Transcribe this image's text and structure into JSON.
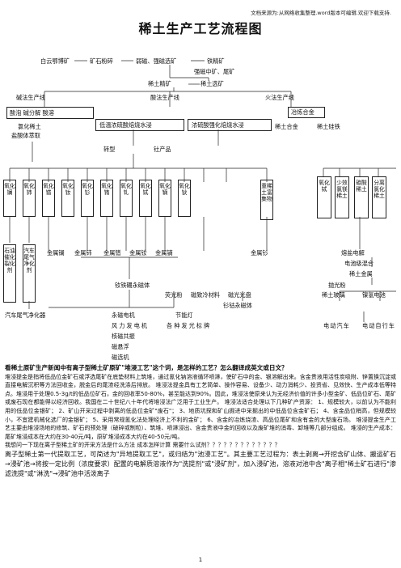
{
  "header_note": "文档来源为:从网络收集整理.word版本可编辑.欢迎下载支持.",
  "title": "稀土生产工艺流程图",
  "flow": {
    "row1": [
      "白云鄂博矿",
      "矿石粉碎",
      "弱磁、强磁选矿",
      "铁精矿"
    ],
    "row2": [
      "强磁中矿、尾矿"
    ],
    "row3": [
      "稀土精矿",
      "稀土选矿"
    ],
    "lines": [
      "碱法生产线",
      "酸法生产线",
      "火法生产线"
    ],
    "left_box": "酸泡 碱分解 酸溶",
    "left_sub": [
      "氯化稀土",
      "盐酸体萃取"
    ],
    "mid_box1": "低温浓硫酸焙烧水浸",
    "mid_box2": "浓硫酸强化焙烧水浸",
    "right_box": "冶炼合金",
    "right_sub": [
      "稀土合金",
      "稀土硅铁"
    ],
    "convert": [
      "转型",
      "钍产品"
    ],
    "vboxes1": [
      "氧化镧",
      "氧化铈",
      "氧化镨",
      "氧化钕",
      "氧化钐",
      "氧化铕",
      "氧化钆",
      "氧化铽",
      "氧化镝",
      "氧化钬"
    ],
    "vbox_heavy": "重稀土富集物",
    "vboxes2": [
      "氧化铽",
      "少效氯镁稀土",
      "碳酸稀土",
      "分离氯化稀土"
    ],
    "row_metals": [
      "金属镧",
      "金属铈",
      "金属镨",
      "金属钕",
      "金属镝",
      "金属钐"
    ],
    "vboxes3": [
      "石油催化裂化剂",
      "汽车尾气净化剂"
    ],
    "right_items": [
      "熔盐电解",
      "电池级混合",
      "稀土金属",
      "抛光粉",
      "稀土玻璃",
      "镍氢电池"
    ],
    "magnets": [
      "钕铁硼永磁体",
      "荧光粉",
      "磁致冷材料",
      "磁光光盘",
      "钐钴永磁体"
    ],
    "applications": [
      "汽车尾气净化器",
      "永磁电机",
      "风力发电机",
      "核磁共振",
      "磁悬浮",
      "磁选机",
      "节能灯",
      "各种发光标牌",
      "电动汽车",
      "电动自行车"
    ]
  },
  "article": {
    "heading": "看稀土原矿生产新闻中有离子型稀土矿原矿\"堆浸工艺\"这个词，是怎样的工艺？怎么翻译成英文或日文？",
    "paragraphs": [
      "堆浸提金是指将低品位金矿石或浮选尾矿在底垫材料上筑堆，通过氰化钠溶液循环喷淋，使矿石中的金、银溶解出来。含金贵液用活性炭吸附、锌置换沉淀或直接电解沉积等方法回收金，脱金后的尾渣经洗涤后排放。 堆浸法提金具有工艺简单、操作容易、设备少、动力消耗少、投资省、见效快、生产成本低等特点。堆浸用于处理0.5-3g/t的低品位矿石，金的回收率50-80%，甚至能达到90%。因此，堆浸法使原来认为无经济价值的许多小型金矿、低品位矿石、尾矿或废石现在都能得以经济回收。我国在二十世纪八十年代将堆浸法广泛用于工业生产。 堆浸法适合处理以下几种矿产资源： 1、规模较大，以前认为不能利用的低品位金银矿； 2、矿山开采过程中剥离的低品位金矿\"废石\"； 3、地质坑探和矿山掘进中采掘出的中低品位含金矿石； 4、含金品位稍高，但规模较小，不宜建机械化选厂的金银矿； 5、采用常规氰化法处理经济上不利的金矿； 6、含金的冶炼烧渣、高品位尾矿和含有金的大型废石场。 堆浸提金生产工艺主要由堆浸场地的修筑、矿石的预处理（破碎或制粒）、筑堆、喷淋浸出、含金贵液中金的回收以及废矿堆的消毒、卸堆等几部分组成。 堆浸的生产成本：尾矿堆浸成本在大约在30-40元/吨，原矿堆浸成本大约在40-50元/吨。",
      "我想问一下现在离子型稀土矿的开采方法是什么方法 成本怎样计算 需要什么试剂？？？？？？？？？？？？？",
      "离子型稀土第一代提取工艺，可简述为\"异地提取工艺\"，或归结为\"池浸工艺\"。其主要工艺过程为：表土剥离→开挖含矿山体、搬运矿石→浸矿池→将按一定比例（浓度要求）配置的电解质溶液作为\"洗提剂\"或\"浸矿剂\"，加入浸矿池，溶液对池中含\"离子相\"稀土矿石进行\"渗滤洗提\"或\"淋洗\"→浸矿池中活泼离子"
    ]
  },
  "page_number": "1"
}
